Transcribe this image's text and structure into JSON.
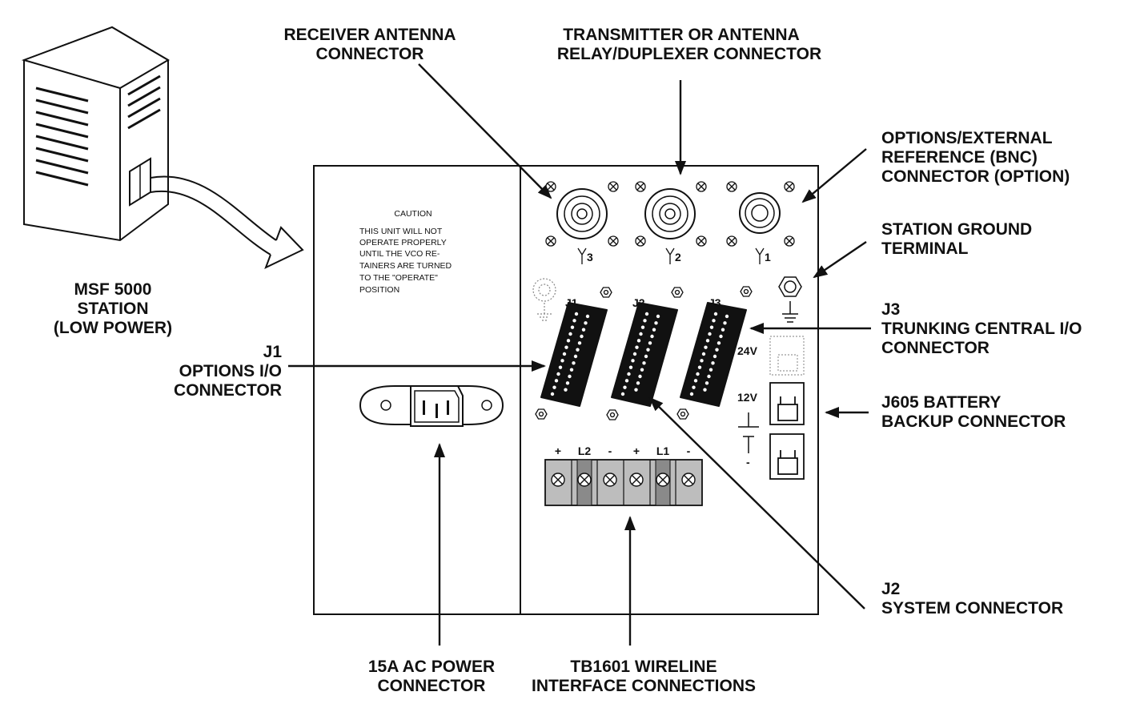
{
  "labels": {
    "receiver": [
      "RECEIVER ANTENNA",
      "CONNECTOR"
    ],
    "transmitter": [
      "TRANSMITTER OR ANTENNA",
      "RELAY/DUPLEXER CONNECTOR"
    ],
    "options_ext": [
      "OPTIONS/EXTERNAL",
      "REFERENCE (BNC)",
      "CONNECTOR (OPTION)"
    ],
    "ground": [
      "STATION GROUND",
      "TERMINAL"
    ],
    "j3": [
      "J3",
      "TRUNKING CENTRAL I/O",
      "CONNECTOR"
    ],
    "j605": [
      "J605 BATTERY",
      "BACKUP CONNECTOR"
    ],
    "j2": [
      "J2",
      "SYSTEM CONNECTOR"
    ],
    "station": [
      "MSF 5000",
      "STATION",
      "(LOW POWER)"
    ],
    "j1": [
      "J1",
      "OPTIONS  I/O",
      "CONNECTOR"
    ],
    "ac": [
      "15A AC POWER",
      "CONNECTOR"
    ],
    "tb": [
      "TB1601 WIRELINE",
      "INTERFACE CONNECTIONS"
    ]
  },
  "caution": [
    "CAUTION",
    "THIS UNIT WILL NOT",
    "OPERATE PROPERLY",
    "UNTIL THE VCO RE-",
    "TAINERS ARE TURNED",
    "TO THE \"OPERATE\"",
    "POSITION"
  ],
  "connectors": {
    "j1": "J1",
    "j2": "J2",
    "j3": "J3"
  },
  "antenna_ports": [
    "3",
    "2",
    "1"
  ],
  "voltages": {
    "v24": "24V",
    "v12": "12V",
    "minus": "-"
  },
  "terminal_labels": [
    "+",
    "L2",
    "-",
    "+",
    "L1",
    "-"
  ]
}
